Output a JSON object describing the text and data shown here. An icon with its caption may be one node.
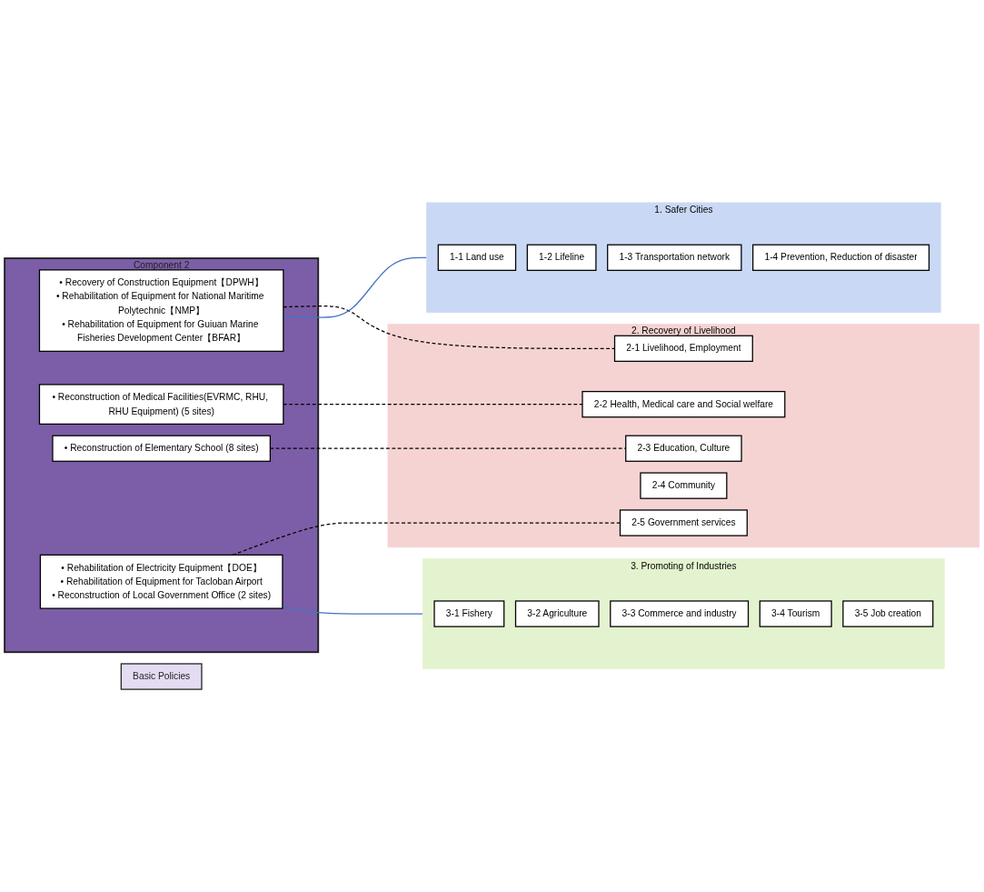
{
  "diagram": {
    "nodes": [
      {
        "text": [
          "Component 2"
        ]
      },
      {
        "text": [
          "• Recovery of Construction Equipment【DPWH】",
          "• Rehabilitation of Equipment for National Maritime Polytechnic【NMP】",
          "• Rehabilitation of Equipment for Guiuan Marine Fisheries Development Center【BFAR】"
        ],
        "in": 0
      },
      {
        "text": [
          "• Reconstruction of Medical Facilities(EVRMC, RHU, RHU Equipment) (5 sites)"
        ],
        "in": 0
      },
      {
        "text": [
          "• Reconstruction of Elementary School (8 sites)"
        ],
        "in": 0
      },
      {
        "text": [
          "• Rehabilitation of Electricity Equipment【DOE】",
          "• Rehabilitation of Equipment for Tacloban Airport",
          "• Reconstruction of Local Government Office (2 sites)"
        ],
        "in": 0
      },
      {
        "text": [
          "Basic Policies"
        ]
      },
      {
        "text": [
          "1. Safer Cities"
        ]
      },
      {
        "text": [
          "1-1 Land use"
        ],
        "in": 6
      },
      {
        "text": [
          "1-2 Lifeline"
        ],
        "in": 6
      },
      {
        "text": [
          "1-3 Transportation network"
        ],
        "in": 6
      },
      {
        "text": [
          "1-4 Prevention, Reduction of disaster"
        ],
        "in": 6
      },
      {
        "text": [
          "2. Recovery of Livelihood"
        ]
      },
      {
        "text": [
          "2-1 Livelihood, Employment"
        ],
        "in": 11
      },
      {
        "text": [
          "2-2 Health, Medical care and Social welfare"
        ],
        "in": 11
      },
      {
        "text": [
          "2-3 Education, Culture"
        ],
        "in": 11
      },
      {
        "text": [
          "2-4 Community"
        ],
        "in": 11
      },
      {
        "text": [
          "2-5 Government services"
        ],
        "in": 11
      },
      {
        "text": [
          "3. Promoting of Industries"
        ]
      },
      {
        "text": [
          "3-1 Fishery"
        ],
        "in": 17
      },
      {
        "text": [
          "3-2 Agriculture"
        ],
        "in": 17
      },
      {
        "text": [
          "3-3 Commerce and industry"
        ],
        "in": 17
      },
      {
        "text": [
          "3-4 Tourism"
        ],
        "in": 17
      },
      {
        "text": [
          "3-5 Job creation"
        ],
        "in": 17
      }
    ],
    "edges": [
      {
        "from": 1,
        "to": 6,
        "arrow": "none",
        "color": "#4472c4"
      },
      {
        "from": 1,
        "to": 12,
        "arrow": "none",
        "style": "dashed"
      },
      {
        "from": 2,
        "to": 13,
        "arrow": "none",
        "style": "dashed"
      },
      {
        "from": 3,
        "to": 14,
        "arrow": "none",
        "style": "dashed"
      },
      {
        "from": 4,
        "to": 16,
        "arrow": "none",
        "style": "dashed"
      },
      {
        "from": 4,
        "to": 17,
        "arrow": "none",
        "color": "#4472c4"
      }
    ]
  }
}
